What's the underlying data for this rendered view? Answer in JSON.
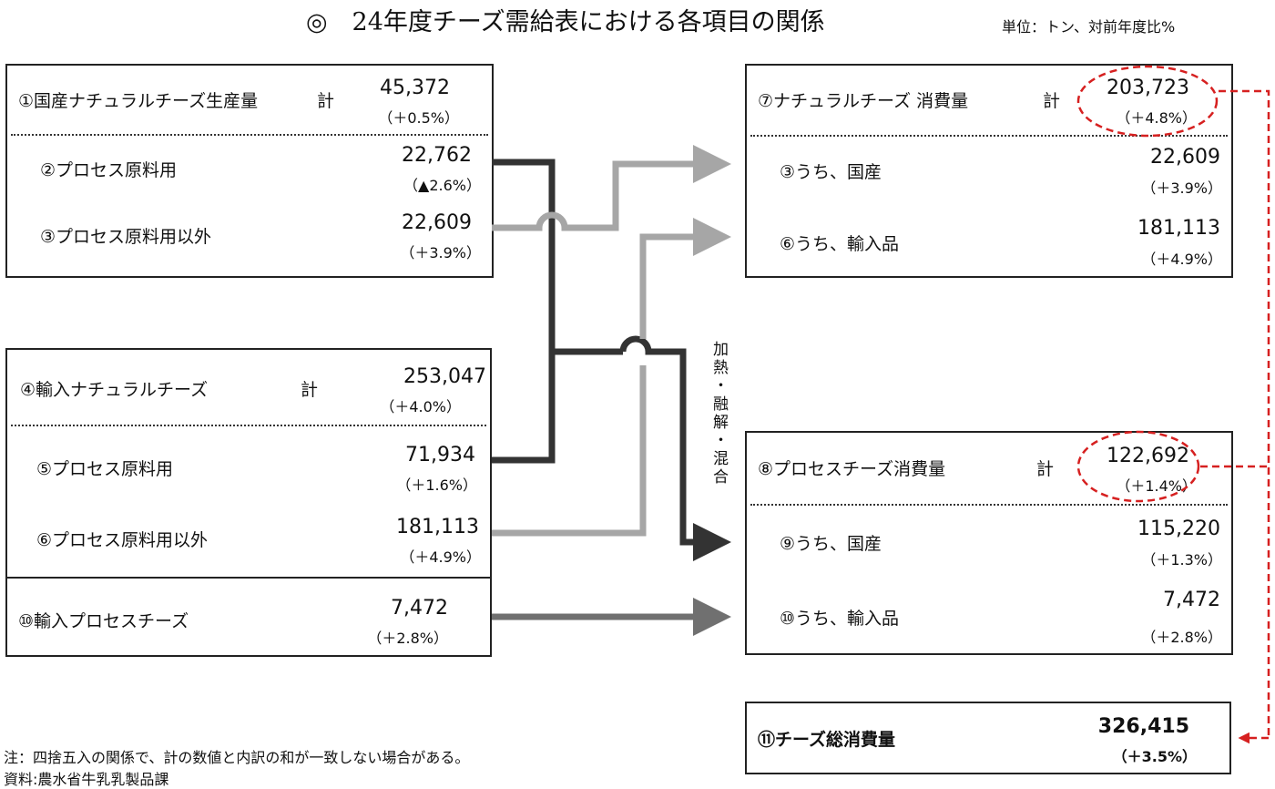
{
  "title": "◎　24年度チーズ需給表における各項目の関係",
  "unit": "単位：トン、対前年度比%",
  "process_label": "加熱・融解・混合",
  "notes": {
    "note": "注：四捨五入の関係で、計の数値と内訳の和が一致しない場合がある。",
    "source": "資料:農水省牛乳乳製品課"
  },
  "items": {
    "i1": {
      "label": "①国産ナチュラルチーズ生産量",
      "total": "計",
      "value": "45,372",
      "change": "（＋0.5%）"
    },
    "i2": {
      "label": "②プロセス原料用",
      "value": "22,762",
      "change": "（▲2.6%）"
    },
    "i3": {
      "label": "③プロセス原料用以外",
      "value": "22,609",
      "change": "（＋3.9%）"
    },
    "i4": {
      "label": "④輸入ナチュラルチーズ",
      "total": "計",
      "value": "253,047",
      "change": "（＋4.0%）"
    },
    "i5": {
      "label": "⑤プロセス原料用",
      "value": "71,934",
      "change": "（＋1.6%）"
    },
    "i6": {
      "label": "⑥プロセス原料用以外",
      "value": "181,113",
      "change": "（＋4.9%）"
    },
    "i10": {
      "label": "⑩輸入プロセスチーズ",
      "value": "7,472",
      "change": "（＋2.8%）"
    },
    "i7": {
      "label": "⑦ナチュラルチーズ 消費量",
      "total": "計",
      "value": "203,723",
      "change": "（＋4.8%）"
    },
    "i7a": {
      "label": "③うち、国産",
      "value": "22,609",
      "change": "（＋3.9%）"
    },
    "i7b": {
      "label": "⑥うち、輸入品",
      "value": "181,113",
      "change": "（＋4.9%）"
    },
    "i8": {
      "label": "⑧プロセスチーズ消費量",
      "total": "計",
      "value": "122,692",
      "change": "（＋1.4%）"
    },
    "i8a": {
      "label": "⑨うち、国産",
      "value": "115,220",
      "change": "（＋1.3%）"
    },
    "i8b": {
      "label": "⑩うち、輸入品",
      "value": "7,472",
      "change": "（＋2.8%）"
    },
    "i11": {
      "label": "⑪チーズ総消費量",
      "value": "326,415",
      "change": "（＋3.5%）"
    }
  },
  "colors": {
    "dark_flow": "#333333",
    "light_flow": "#a6a6a6",
    "medium_flow": "#707070",
    "highlight": "#d62020"
  }
}
